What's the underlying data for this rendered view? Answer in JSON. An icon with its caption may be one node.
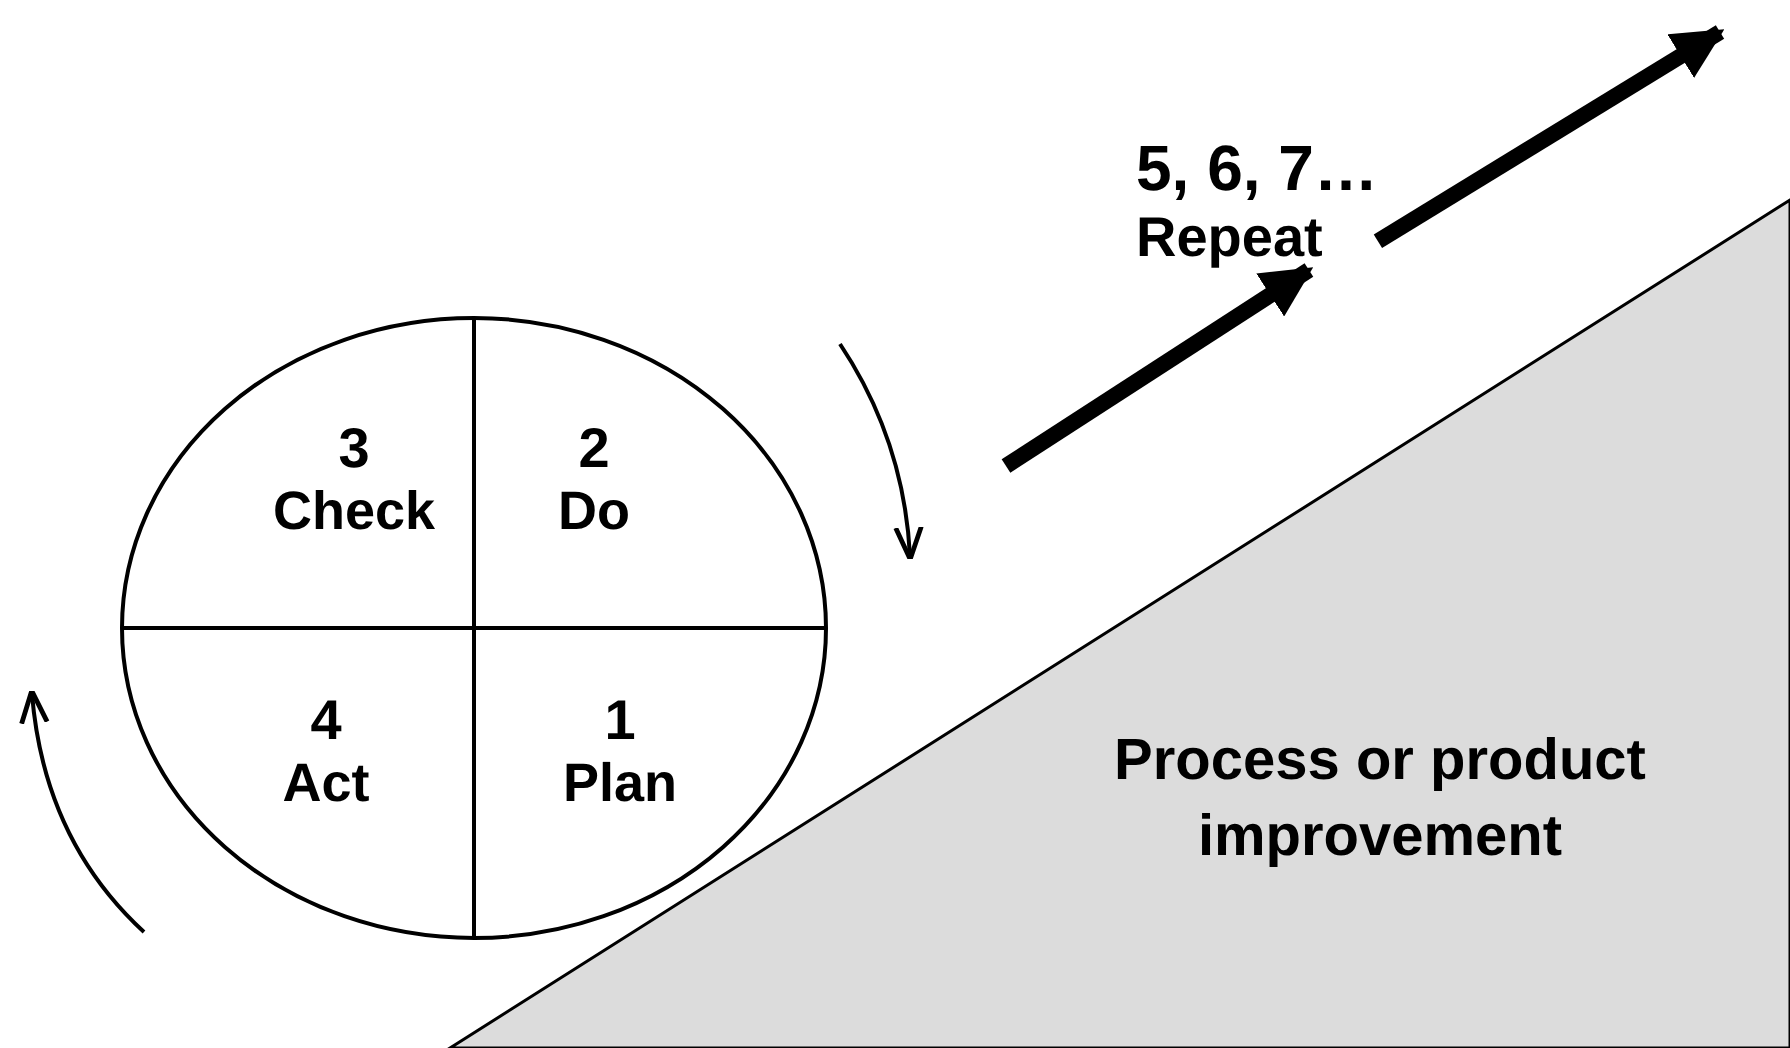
{
  "diagram": {
    "nodes": [
      {
        "text": [],
        "shape": "circle"
      },
      {
        "text": [
          "3",
          "Check"
        ],
        "in": 0
      },
      {
        "text": [
          "2",
          "Do"
        ],
        "in": 0
      },
      {
        "text": [
          "4",
          "Act"
        ],
        "in": 0
      },
      {
        "text": [
          "1",
          "Plan"
        ],
        "in": 0
      },
      {
        "text": [
          "5, 6, 7…",
          "Repeat"
        ]
      },
      {
        "text": [
          "Process or product improvement"
        ]
      }
    ],
    "edges": [
      {
        "from": null,
        "to": 5,
        "arrow": "to"
      },
      {
        "from": 5,
        "to": null,
        "arrow": "to"
      }
    ]
  }
}
